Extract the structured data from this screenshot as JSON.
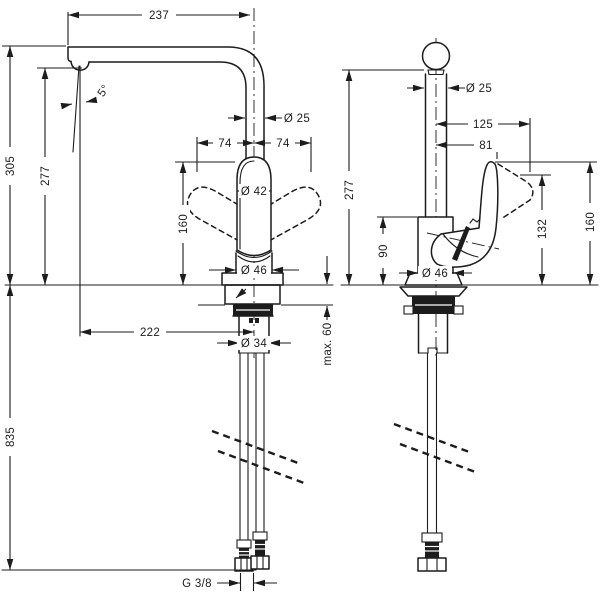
{
  "drawing": {
    "background": "#ffffff",
    "line_color": "#1c1c1c",
    "views": {
      "front": {
        "dimensions": {
          "spout_reach": "237",
          "spray_angle": "5°",
          "total_height": "305",
          "outlet_height": "277",
          "spout_pipe_diameter": "Ø 25",
          "handle_swing_left": "74",
          "handle_swing_right": "74",
          "handle_width": "Ø 42",
          "handle_height": "160",
          "body_diameter": "Ø 46",
          "outlet_offset": "222",
          "max_deck_thickness": "max. 60",
          "shank_diameter": "Ø 34",
          "hose_length": "835",
          "hose_thread": "G 3/8"
        }
      },
      "side": {
        "dimensions": {
          "spout_pipe_diameter": "Ø 25",
          "lever_reach_open": "125",
          "lever_reach": "81",
          "outlet_height": "277",
          "body_height": "90",
          "body_diameter": "Ø 46",
          "lever_open_height": "132",
          "lever_height": "160"
        }
      }
    }
  }
}
